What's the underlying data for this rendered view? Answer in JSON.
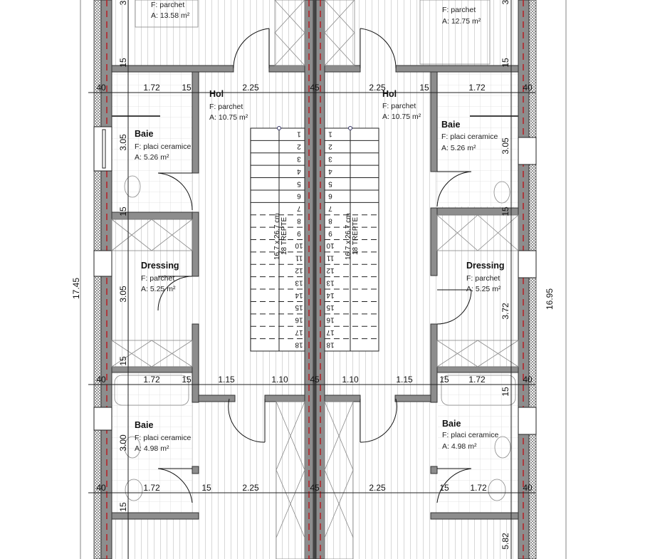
{
  "rooms": {
    "bedroom_left": {
      "floor": "F: parchet",
      "area": "A: 13.58 m²"
    },
    "bedroom_right": {
      "floor": "F: parchet",
      "area": "A: 12.75 m²"
    },
    "hol_left": {
      "name": "Hol",
      "floor": "F: parchet",
      "area": "A: 10.75 m²"
    },
    "hol_right": {
      "name": "Hol",
      "floor": "F: parchet",
      "area": "A: 10.75 m²"
    },
    "baie_top_left": {
      "name": "Baie",
      "floor": "F: placi ceramice",
      "area": "A: 5.26 m²"
    },
    "baie_top_right": {
      "name": "Baie",
      "floor": "F: placi ceramice",
      "area": "A: 5.26 m²"
    },
    "dressing_left": {
      "name": "Dressing",
      "floor": "F: parchet",
      "area": "A: 5.25 m²"
    },
    "dressing_right": {
      "name": "Dressing",
      "floor": "F: parchet",
      "area": "A: 5.25 m²"
    },
    "baie_bottom_left": {
      "name": "Baie",
      "floor": "F: placi ceramice",
      "area": "A: 4.98 m²"
    },
    "baie_bottom_right": {
      "name": "Baie",
      "floor": "F: placi ceramice",
      "area": "A: 4.98 m²"
    }
  },
  "dims": {
    "top_row": [
      "40",
      "1.72",
      "15",
      "2.25",
      "45",
      "2.25",
      "15",
      "1.72",
      "40"
    ],
    "mid_row": [
      "40",
      "1.72",
      "15",
      "1.15",
      "1.10",
      "45",
      "1.10",
      "1.15",
      "15",
      "1.72",
      "40"
    ],
    "bot_row": [
      "40",
      "1.72",
      "15",
      "2.25",
      "45",
      "2.25",
      "15",
      "1.72",
      "40"
    ],
    "left_vertical": [
      "3",
      "15",
      "3.05",
      "15",
      "3.05",
      "15",
      "3.00",
      "15"
    ],
    "right_vertical": [
      "3",
      "15",
      "3.05",
      "15",
      "3.72",
      "15",
      "5.82"
    ],
    "overall_left": "17.45",
    "overall_right": "16.95"
  },
  "stairs": {
    "size_label": "16.7 x 26.7 cm",
    "count_label": "18 TREPTE",
    "steps": [
      "1",
      "2",
      "3",
      "4",
      "5",
      "6",
      "7",
      "8",
      "9",
      "10",
      "11",
      "12",
      "13",
      "14",
      "15",
      "16",
      "17",
      "18"
    ]
  },
  "colors": {
    "wall": "#8d8d8d",
    "axis": "#b3262a"
  }
}
